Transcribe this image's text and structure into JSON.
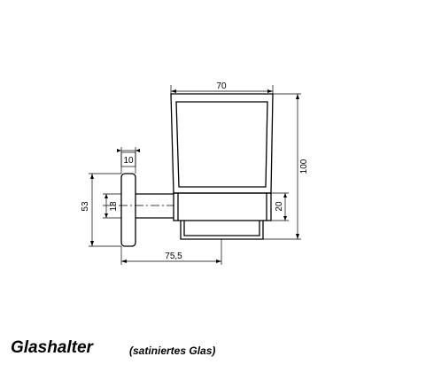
{
  "title": "Glashalter",
  "subtitle": "(satiniertes Glas)",
  "dimensions": {
    "glass_width": "70",
    "total_height": "100",
    "flange_thickness": "10",
    "flange_height": "53",
    "rod_diameter": "18",
    "ring_height": "20",
    "projection": "75,5"
  }
}
